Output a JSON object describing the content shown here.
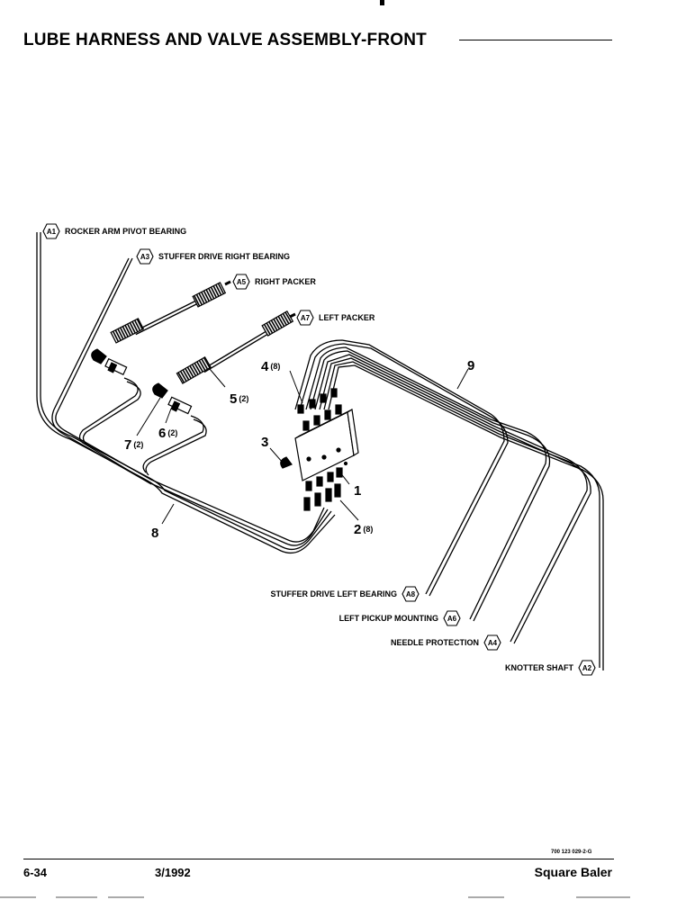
{
  "page": {
    "title": "LUBE HARNESS AND VALVE ASSEMBLY-FRONT"
  },
  "callouts": [
    {
      "id": "A1",
      "label": "ROCKER ARM PIVOT BEARING"
    },
    {
      "id": "A3",
      "label": "STUFFER DRIVE RIGHT BEARING"
    },
    {
      "id": "A5",
      "label": "RIGHT PACKER"
    },
    {
      "id": "A7",
      "label": "LEFT PACKER"
    },
    {
      "id": "A8",
      "label": "STUFFER DRIVE LEFT BEARING"
    },
    {
      "id": "A6",
      "label": "LEFT PICKUP MOUNTING"
    },
    {
      "id": "A4",
      "label": "NEEDLE PROTECTION"
    },
    {
      "id": "A2",
      "label": "KNOTTER SHAFT"
    }
  ],
  "parts": [
    {
      "num": "1",
      "qty": ""
    },
    {
      "num": "2",
      "qty": "(8)"
    },
    {
      "num": "3",
      "qty": ""
    },
    {
      "num": "4",
      "qty": "(8)"
    },
    {
      "num": "5",
      "qty": "(2)"
    },
    {
      "num": "6",
      "qty": "(2)"
    },
    {
      "num": "7",
      "qty": "(2)"
    },
    {
      "num": "8",
      "qty": ""
    },
    {
      "num": "9",
      "qty": ""
    }
  ],
  "footer": {
    "page_number": "6-34",
    "date": "3/1992",
    "product": "Square Baler",
    "drawing_number": "700 123 029-2-G"
  }
}
